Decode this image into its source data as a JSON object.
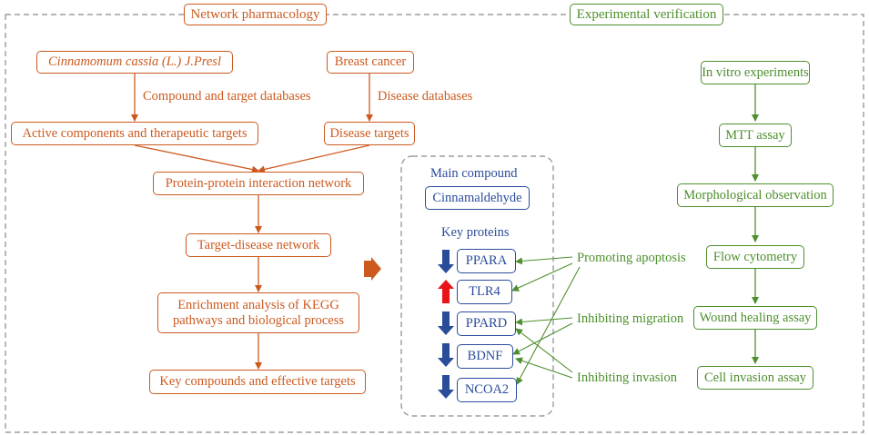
{
  "colors": {
    "orange": "#cc5a1f",
    "green": "#4e8f2e",
    "blue": "#2b4c9b",
    "up_arrow": "#e8141a",
    "down_arrow": "#2b4c9b",
    "frame": "#8a8a8a"
  },
  "network": {
    "header": "Network pharmacology",
    "plant": "Cinnamomum cassia (L.) J.Presl",
    "cancer": "Breast cancer",
    "compound_db_label": "Compound and target databases",
    "disease_db_label": "Disease databases",
    "active_components": "Active components and therapeutic targets",
    "disease_targets": "Disease targets",
    "ppi": "Protein-protein interaction network",
    "target_disease": "Target-disease network",
    "enrichment_line1": "Enrichment analysis of KEGG",
    "enrichment_line2": "pathways and biological process",
    "key_compounds": "Key compounds and effective targets"
  },
  "results": {
    "main_compound_label": "Main compound",
    "compound": "Cinnamaldehyde",
    "key_proteins_label": "Key proteins",
    "proteins": [
      {
        "name": "PPARA",
        "direction": "down"
      },
      {
        "name": "TLR4",
        "direction": "up"
      },
      {
        "name": "PPARD",
        "direction": "down"
      },
      {
        "name": "BDNF",
        "direction": "down"
      },
      {
        "name": "NCOA2",
        "direction": "down"
      }
    ],
    "effects": [
      "Promoting apoptosis",
      "Inhibiting migration",
      "Inhibiting invasion"
    ]
  },
  "experimental": {
    "header": "Experimental verification",
    "steps": [
      "In vitro experiments",
      "MTT assay",
      "Morphological observation",
      "Flow cytometry",
      "Wound healing assay",
      "Cell invasion assay"
    ]
  }
}
